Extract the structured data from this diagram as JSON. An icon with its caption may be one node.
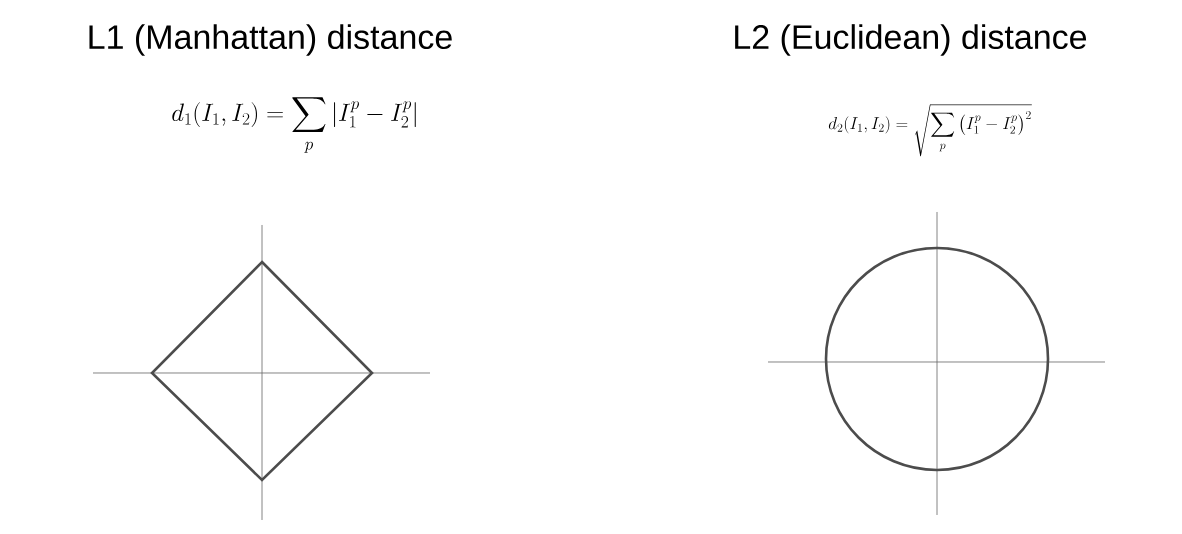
{
  "diagram": {
    "labels": [
      "L1 (Manhattan) distance",
      "L2 (Euclidean) distance",
      "d_1(I_1, I_2) = \\sum_p |I_1^p - I_2^p|",
      "d_2(I_1, I_2) = \\sqrt{\\sum_p \\big(I_1^p - I_2^p\\big)^2}"
    ]
  }
}
